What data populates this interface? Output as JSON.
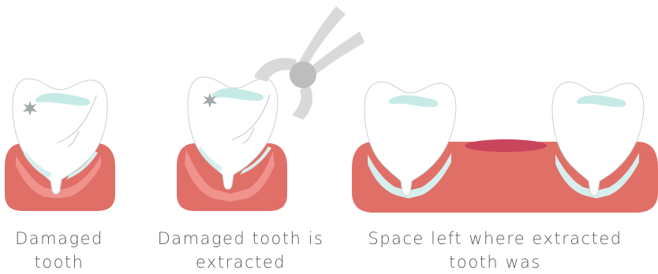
{
  "panels": [
    {
      "caption_line1": "Damaged",
      "caption_line2": "tooth"
    },
    {
      "caption_line1": "Damaged tooth is",
      "caption_line2": "extracted"
    },
    {
      "caption_line1": "Space left where extracted",
      "caption_line2": "tooth was"
    }
  ],
  "colors": {
    "gum": "#e06f68",
    "gum_inner": "#ef938c",
    "socket": "#c9455c",
    "tooth": "#ffffff",
    "tooth_outline": "#c9cfcf",
    "enamel_highlight": "#c6ebe6",
    "root_shadow": "#d6efee",
    "damage": "#a3a8ab",
    "forceps": "#d9d9d9",
    "forceps_pivot": "#bdbdbd",
    "caption_text": "#5a5a5a"
  },
  "icons": [
    "damage-star-icon",
    "forceps-icon"
  ]
}
